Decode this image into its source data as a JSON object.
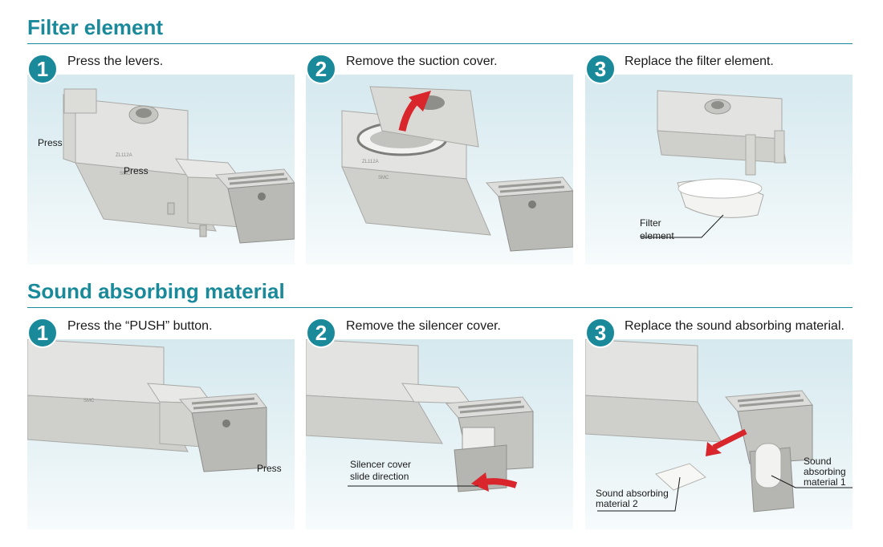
{
  "filter_section": {
    "title": "Filter element",
    "steps": [
      {
        "number": "1",
        "text": "Press the levers.",
        "callouts": {
          "press_left": "Press",
          "press_center": "Press"
        }
      },
      {
        "number": "2",
        "text": "Remove the suction cover."
      },
      {
        "number": "3",
        "text": "Replace the filter element.",
        "callouts": {
          "filter_line1": "Filter",
          "filter_line2": "element"
        }
      }
    ]
  },
  "sound_section": {
    "title": "Sound absorbing material",
    "steps": [
      {
        "number": "1",
        "text": "Press the “PUSH” button.",
        "callouts": {
          "press": "Press"
        }
      },
      {
        "number": "2",
        "text": "Remove the silencer cover.",
        "callouts": {
          "line1": "Silencer cover",
          "line2": "slide direction"
        }
      },
      {
        "number": "3",
        "text": "Replace the sound absorbing material.",
        "callouts": {
          "m2_line1": "Sound absorbing",
          "m2_line2": "material 2",
          "m1_line1": "Sound",
          "m1_line2": "absorbing",
          "m1_line3": "material 1"
        }
      }
    ]
  },
  "colors": {
    "accent": "#1a8a9b",
    "arrow": "#d8262c",
    "panel_bg": "#dcecf1"
  }
}
